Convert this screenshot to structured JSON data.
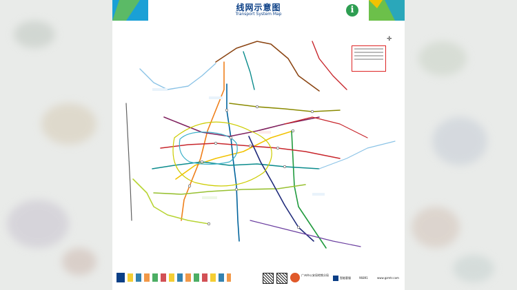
{
  "header": {
    "title_cn": "线网示意图",
    "title_en": "Transport System Map",
    "info_icon": "info-icon"
  },
  "legend": {
    "title": "",
    "icon": "legend-box"
  },
  "footer": {
    "org_line1": "广州市公安局地铁分局",
    "org_line2": "",
    "hotline": "96891",
    "website": "www.gzmtr.com",
    "brand": "智能客服"
  },
  "colors": {
    "header_left": "#1aa0d6",
    "header_right": "#6cc04a",
    "title": "#0b3f86",
    "info": "#2e9e52",
    "line1": "#f2c201",
    "line2": "#00639c",
    "line3": "#ef7f1a",
    "line4": "#1f9a3d",
    "line5": "#c7252b",
    "line6": "#80225f",
    "line7": "#97c030",
    "line8": "#0a8b8c",
    "line9": "#8bc3e6",
    "line13": "#8a8a00",
    "line14": "#8b4513",
    "line21": "#1f2a7a",
    "apm": "#3bb0c9",
    "gf": "#b7d433"
  }
}
